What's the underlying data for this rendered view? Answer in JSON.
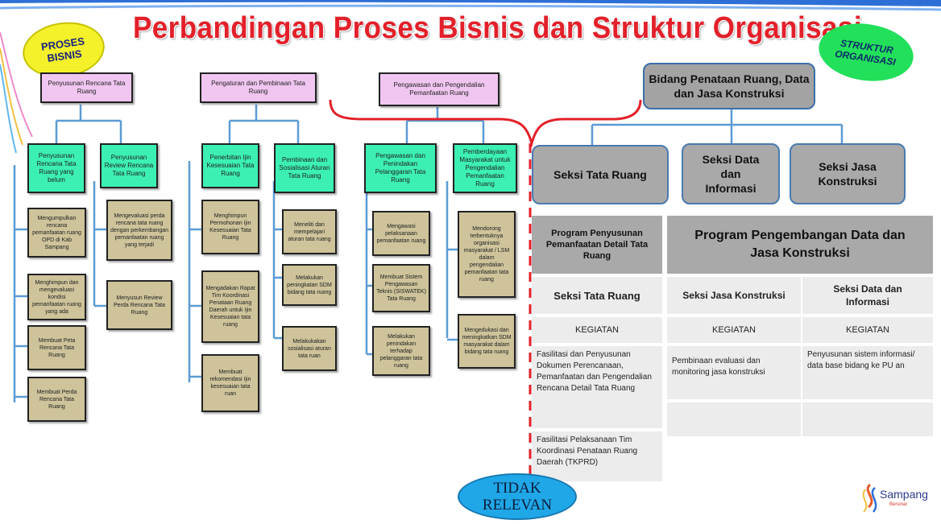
{
  "title": "Perbandingan Proses Bisnis dan Struktur Organisasi",
  "proses_bisnis_label": "PROSES BISNIS",
  "struktur_organisasi_label": "STRUKTUR ORGANISASI",
  "tidak_relevan_label": "TIDAK RELEVAN",
  "process": {
    "p1": {
      "title": "Penyusunan Rencana Tata Ruang",
      "sub1": "Penyusunan Rencana Tata Ruang yang belum",
      "sub1_items": [
        "Mengumpulkan rencana pemanfaatan ruang OPD di Kab Sampang",
        "Menghimpun dan mengevaluasi kondisi pemanfaatan ruang yang ada",
        "Membuat Peta Rencana Tata Ruang",
        "Membuat Perda Rencana Tata Ruang"
      ],
      "sub2": "Penyusunan Review Rencana Tata Ruang",
      "sub2_items": [
        "Mengevaluasi perda rencana tata ruang dengan perkembangan pemanfaatan ruang yang terjadi",
        "Menyusun Review Perda Rencana Tata Ruang"
      ]
    },
    "p2": {
      "title": "Pengaturan dan Pembinaan Tata Ruang",
      "sub1": "Penerbitan Ijin Kesesuaian Tata Ruang",
      "sub1_items": [
        "Menghimpun Permohonan Ijin Kesesuaian Tata Ruang",
        "Mengadakan Rapat Tim Koordinasi Penataan Ruang Daerah untuk Ijin Kesesuaian tata ruang",
        "Membuat rekomendasi Ijin kesesuaian tata ruan"
      ],
      "sub2": "Pembinaan dan Sosialisasi Aturan Tata Ruang",
      "sub2_items": [
        "Meneliti dan mempelajari aturan tata ruang",
        "Melakukan peningkatan SDM bidang tata ruang",
        "Melakukakan sosialisasi aturan tata ruan"
      ]
    },
    "p3": {
      "title": "Pengawasan dan Pengendalian Pemanfaatan Ruang",
      "sub1": "Pengawasan dan Penindakan Pelanggaran Tata Ruang",
      "sub1_items": [
        "Mengawasi pelaksanaan pemanfaatan ruang",
        "Membuat Sistem Pengawasan Teknis (SISWATEK) Tata Ruang",
        "Melakukan penindakan terhadap pelanggaran tata ruang"
      ],
      "sub2": "Pemberdayaan Masyarakat untuk Pengendalian Pemanfaatan Ruang",
      "sub2_items": [
        "Mendorong terbentuknya organisasi masyarakat / LSM dalam pengendalian pemanfaatan tata ruang",
        "Mengedukasi dan meningkatkan SDM masyarakat dalam bidang tata ruang"
      ]
    }
  },
  "org": {
    "bidang": "Bidang Penataan Ruang, Data dan Jasa Konstruksi",
    "seksi1": "Seksi Tata Ruang",
    "seksi2": "Seksi Data dan Informasi",
    "seksi3": "Seksi Jasa Konstruksi"
  },
  "table": {
    "prog1": "Program Penyusunan Pemanfaatan Detail Tata Ruang",
    "prog2": "Program Pengembangan Data dan Jasa Konstruksi",
    "col1": "Seksi Tata Ruang",
    "col2": "Seksi Jasa Konstruksi",
    "col3": "Seksi Data dan Informasi",
    "kegiatan": "KEGIATAN",
    "c1_text1": "Fasilitasi dan Penyusunan Dokumen Perencanaan, Pemanfaatan dan Pengendalian Rencana Detail Tata Ruang",
    "c1_text2": "Fasilitasi Pelaksanaan Tim Koordinasi Penataan Ruang Daerah (TKPRD)",
    "c2_text": "Pembinaan evaluasi dan monitoring jasa konstruksi",
    "c3_text": "Penyusunan sistem informasi/ data base bidang ke PU an"
  },
  "logo": {
    "name": "Sampang",
    "tagline": "Bersinar"
  },
  "colors": {
    "title_red": "#e3202a",
    "connector_blue": "#5b9bd5",
    "divider_red": "#e3202a"
  }
}
